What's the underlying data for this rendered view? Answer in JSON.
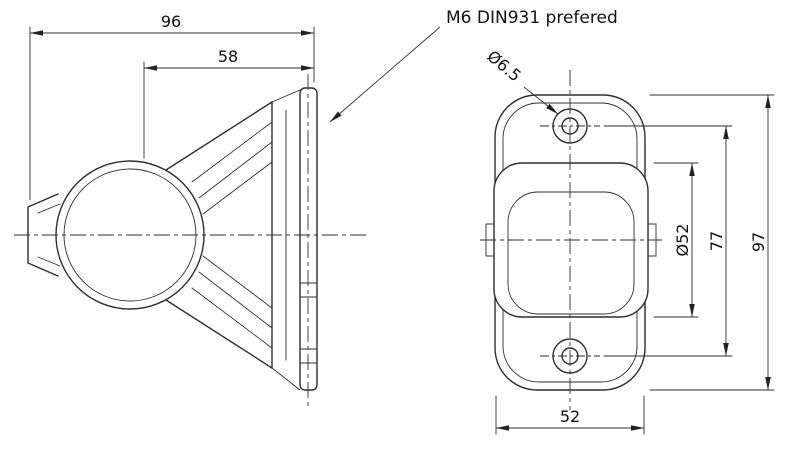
{
  "drawing": {
    "note": "M6 DIN931 prefered",
    "dims": {
      "overall_width": "96",
      "body_offset": "58",
      "hole_diameter": "Ø6.5",
      "lens_diameter": "Ø52",
      "hole_pitch": "77",
      "overall_height": "97",
      "flange_width": "52"
    },
    "colors": {
      "line": "#2e2e2e",
      "background": "#ffffff"
    }
  }
}
